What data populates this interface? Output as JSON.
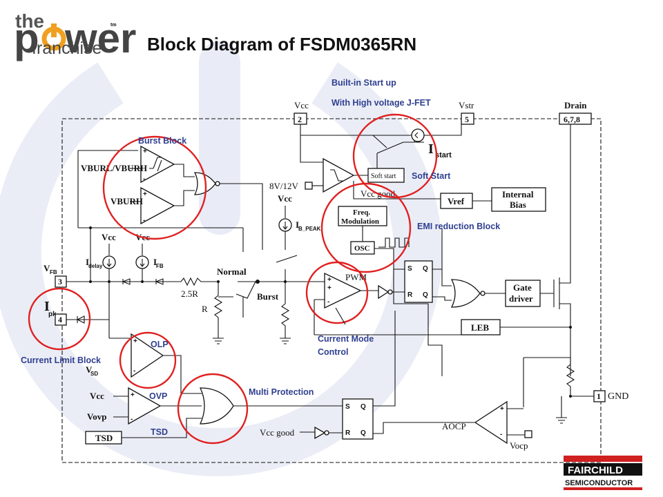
{
  "logo": {
    "line1": "the",
    "line2_a": "p",
    "line2_b": "wer",
    "tm": "tm",
    "line3": "franchise"
  },
  "title": "Block Diagram of FSDM0365RN",
  "callouts": {
    "builtin1": "Built-in Start up",
    "builtin2": "With High voltage J-FET",
    "burst": "Burst Block",
    "softstart": "Soft Start",
    "emi": "EMI reduction Block",
    "current_mode1": "Current Mode",
    "current_mode2": "Control",
    "olp": "OLP",
    "ovp": "OVP",
    "tsd": "TSD",
    "current_limit": "Current Limit Block",
    "multi": "Multi Protection"
  },
  "pins": {
    "vcc": "Vcc",
    "vcc_num": "2",
    "vstr": "Vstr",
    "vstr_num": "5",
    "drain": "Drain",
    "drain_num": "6,7,8",
    "vfb_num": "3",
    "ipk_num": "4",
    "gnd": "GND",
    "gnd_num": "1"
  },
  "labels": {
    "vburl_vburh": "VBURL/VBURH",
    "vburh": "VBURH",
    "istart": "I",
    "istart_sub": "start",
    "soft_start_box": "Soft start",
    "v8_12": "8V/12V",
    "vcc_good": "Vcc good",
    "vref": "Vref",
    "internal_bias_1": "Internal",
    "internal_bias_2": "Bias",
    "freq_mod_1": "Freq.",
    "freq_mod_2": "Modulation",
    "osc": "OSC",
    "vcc_a": "Vcc",
    "vcc_b": "Vcc",
    "vcc_c": "Vcc",
    "ib_peak": "I",
    "ib_peak_sub": "B_PEAK",
    "idelay": "I",
    "idelay_sub": "delay",
    "ifb": "I",
    "ifb_sub": "FB",
    "vfb": "V",
    "vfb_sub": "FB",
    "ipk": "I",
    "ipk_sub": "pk",
    "r25": "2.5R",
    "r": "R",
    "normal": "Normal",
    "burst": "Burst",
    "pwm": "PWM",
    "gate_driver_1": "Gate",
    "gate_driver_2": "driver",
    "leb": "LEB",
    "vsd": "V",
    "vsd_sub": "SD",
    "vcc_ovp": "Vcc",
    "vovp": "Vovp",
    "tsd_box": "TSD",
    "vcc_good2": "Vcc good",
    "aocp": "AOCP",
    "vocp": "Vocp"
  },
  "fairchild": {
    "line1": "FAIRCHILD",
    "line2": "SEMICONDUCTOR"
  }
}
